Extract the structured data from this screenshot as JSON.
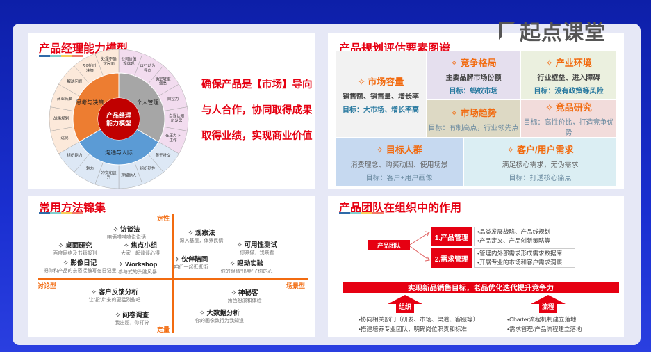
{
  "logo": "起点课堂",
  "colors": {
    "accent": "#e60012",
    "orange": "#f26b10",
    "background": "#1a2fd0"
  },
  "model": {
    "title": "产品经理能力模型",
    "center": "产品经理能力模型",
    "center_lines": [
      "产品经理",
      "能力模型"
    ],
    "sectors": [
      {
        "label": "个人管理",
        "color": "#a6a6a6"
      },
      {
        "label": "沟通与人际",
        "color": "#5b9bd5"
      },
      {
        "label": "思考与决策",
        "color": "#ed7d31"
      }
    ],
    "outer": {
      "personal": [
        "公司价值观体现",
        "以行动为导向",
        "确定轻重缓急",
        "自控力",
        "自我认知和发展",
        "在压力下工作"
      ],
      "communication": [
        "善于社交",
        "组织韧性",
        "理解他人",
        "冲突和谈判",
        "魅力",
        "组织能力"
      ],
      "thinking": [
        "远见",
        "战略规划",
        "商业头脑",
        "解决问题",
        "及时作出决策",
        "处理不确定局面"
      ]
    },
    "slogans": [
      "确保产品是【市场】导向",
      "与人合作，协同取得成果",
      "取得业绩，实现商业价值"
    ]
  },
  "planning": {
    "title": "产品规划评估要素图谱",
    "cells": [
      {
        "h": "市场容量",
        "d": "销售额、销售量、增长率",
        "g": "目标：大市场、增长率高",
        "color": "#f2f2f2"
      },
      {
        "h": "竞争格局",
        "d": "主要品牌市场份额",
        "g": "目标：蚂蚁市场",
        "color": "#e5dfee"
      },
      {
        "h": "产业环境",
        "d": "行业壁垒、进入障碍",
        "g": "目标：没有政策等风险",
        "color": "#ebf0df"
      },
      {
        "h": "市场趋势",
        "d": "",
        "g": "目标：有制高点，行业领先点",
        "color": "#ddd9c4"
      },
      {
        "h": "竞品研究",
        "d": "",
        "g": "目标：高性价比，打造竞争优势",
        "color": "#f2dcdb"
      },
      {
        "h": "目标人群",
        "d": "消费理念、购买动因、使用场景",
        "g": "目标：客户+用户画像",
        "color": "#c6d9f0"
      },
      {
        "h": "客户/用户需求",
        "d": "满足核心需求，无伪需求",
        "g": "目标：打透核心痛点",
        "color": "#dbeef3"
      }
    ]
  },
  "methods": {
    "title": "常用方法锦集",
    "axes": {
      "top": "定性",
      "bottom": "定量",
      "left": "讨论型",
      "right": "场景型"
    },
    "items": [
      {
        "n": "访谈法",
        "s": "咱俩唠唠嗑说说话"
      },
      {
        "n": "桌面研究",
        "s": "百度网络及书籍报刊"
      },
      {
        "n": "焦点小组",
        "s": "大家一起谈谈心得"
      },
      {
        "n": "影像日记",
        "s": "把你和产品的亲密接触写在日记里"
      },
      {
        "n": "Workshop",
        "s": "参与式的头脑风暴"
      },
      {
        "n": "观察法",
        "s": "深入基层，体察民情"
      },
      {
        "n": "可用性测试",
        "s": "你来做，我来看"
      },
      {
        "n": "伙伴陪同",
        "s": "咱们一起逛逛街"
      },
      {
        "n": "眼动实验",
        "s": "你的眼睛“出卖”了你的心"
      },
      {
        "n": "客户反馈分析",
        "s": "让“投诉”来的更猛烈些吧"
      },
      {
        "n": "神秘客",
        "s": "角色扮演和体验"
      },
      {
        "n": "问卷调查",
        "s": "我出题，你打分"
      },
      {
        "n": "大数据分析",
        "s": "你的画像数行为我知道"
      }
    ]
  },
  "team": {
    "title": "产品团队在组织中的作用",
    "root": "产品团队",
    "roles": [
      {
        "label": "1.产品管理",
        "items": [
          "•品类发展战略、产品线规划",
          "•产品定义、产品创新策略等"
        ]
      },
      {
        "label": "2.需求管理",
        "items": [
          "•管理内外部需求形成需求数据库",
          "•开展专业的市场和客户需求洞察"
        ]
      }
    ],
    "banner": "实现新品销售目标，老品优化迭代提升竞争力",
    "pillars": [
      {
        "label": "组织",
        "items": [
          "•协同相关部门（研发、市场、渠道、客服等）",
          "•搭建培养专业团队，明确岗位职责和标准"
        ]
      },
      {
        "label": "流程",
        "items": [
          "•Charter流程机制建立落地",
          "•需求管理/产品流程建立落地"
        ]
      }
    ]
  }
}
